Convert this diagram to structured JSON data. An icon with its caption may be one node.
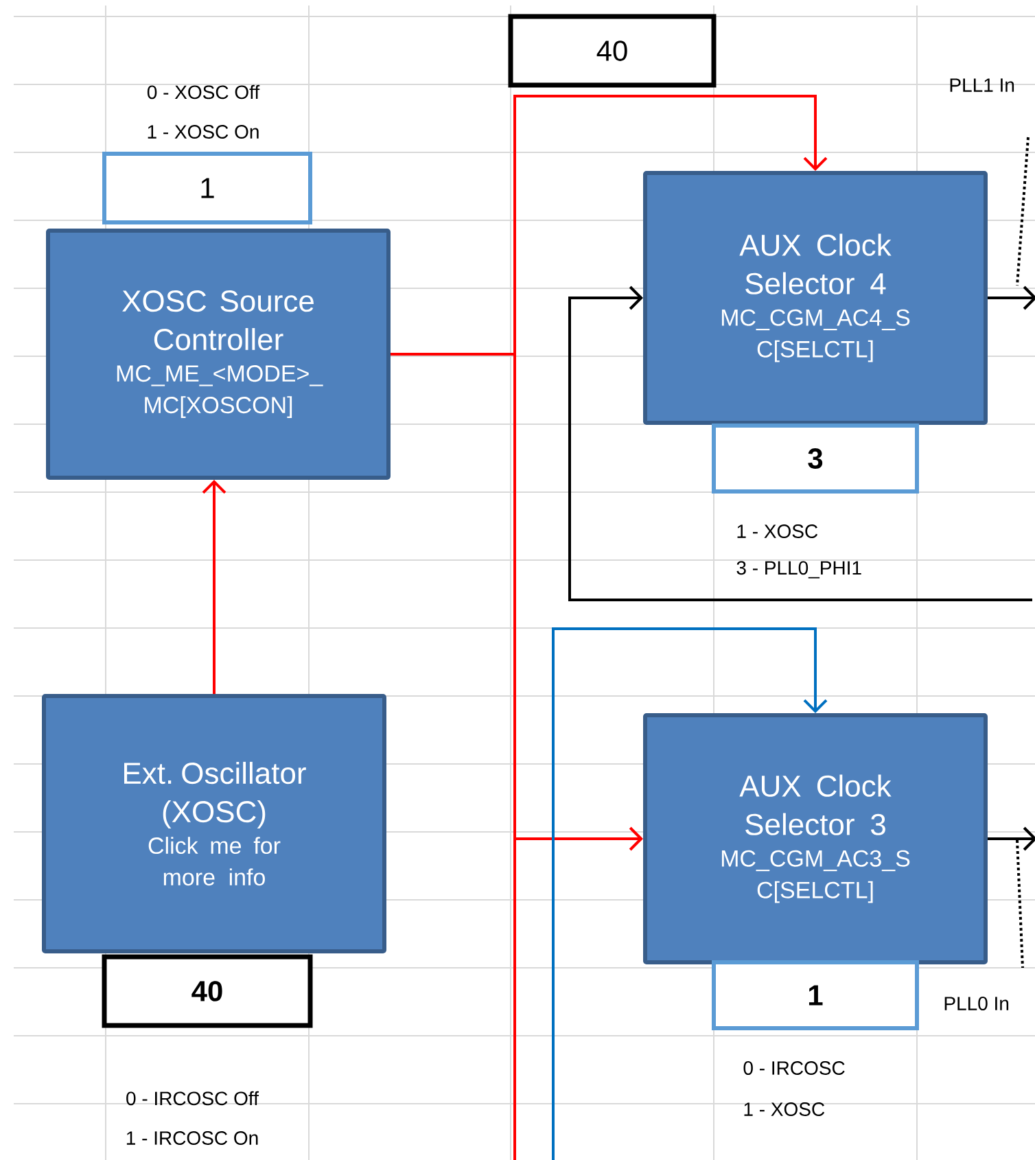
{
  "diagram": {
    "nodes": [
      {
        "text": [
          "40"
        ]
      },
      {
        "text": [
          "1"
        ],
        "beside": [
          "0 - XOSC Off",
          "1 - XOSC On"
        ]
      },
      {
        "text": [
          "XOSC Source Controller",
          "MC_ME_<MODE>_ MC[XOSCON]"
        ]
      },
      {
        "text": [
          "AUX Clock Selector 4",
          "MC_CGM_AC4_S C[SELCTL]"
        ]
      },
      {
        "text": [
          "3"
        ],
        "beside": [
          "1 - XOSC",
          "3 - PLL0_PHI1"
        ]
      },
      {
        "text": [
          "Ext. Oscillator (XOSC)",
          "Click me for more info"
        ]
      },
      {
        "text": [
          "40"
        ],
        "beside": [
          "0 - IRCOSC Off",
          "1 - IRCOSC On"
        ]
      },
      {
        "text": [
          "AUX Clock Selector 3",
          "MC_CGM_AC3_S C[SELCTL]"
        ]
      },
      {
        "text": [
          "1"
        ],
        "beside": [
          "0 - IRCOSC",
          "1 - XOSC"
        ]
      }
    ],
    "edges": [
      {
        "from": 5,
        "to": 2,
        "arrow": "to"
      },
      {
        "from": 2,
        "to": 3,
        "arrow": "to"
      },
      {
        "from": 2,
        "to": 7,
        "arrow": "to"
      },
      {
        "from": 2,
        "to": null,
        "arrow": "none"
      },
      {
        "from": null,
        "to": 3,
        "arrow": "to",
        "color": "#000000"
      },
      {
        "from": null,
        "to": 7,
        "arrow": "to",
        "color": "#0070c0"
      },
      {
        "from": 3,
        "to": null,
        "arrow": "to",
        "color": "#000000"
      },
      {
        "from": 7,
        "to": null,
        "arrow": "to",
        "color": "#000000"
      }
    ],
    "labels": [
      "PLL1 In",
      "PLL0 In"
    ]
  }
}
